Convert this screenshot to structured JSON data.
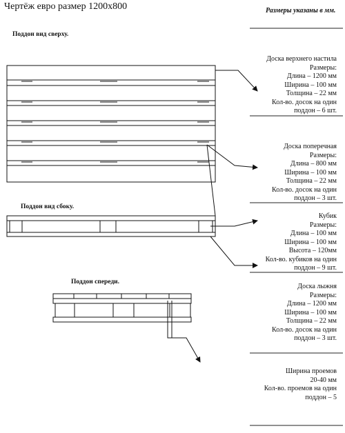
{
  "title": "Чертёж евро размер 1200х800",
  "units_note": "Размеры указаны в мм.",
  "views": {
    "top": "Поддон   вид  сверху.",
    "side": "Поддон  вид  сбоку.",
    "front": "Поддон   спереди."
  },
  "specs": [
    {
      "name": "Доска верхнего настила",
      "lines": [
        "Размеры:",
        "Длина – 1200 мм",
        "Ширина – 100 мм",
        "Толщина – 22 мм",
        "Кол-во. досок на один",
        "поддон – 6 шт."
      ]
    },
    {
      "name": "Доска поперечная",
      "lines": [
        "Размеры:",
        "Длина – 800 мм",
        "Ширина – 100 мм",
        "Толщина – 22 мм",
        "Кол-во. досок на один",
        "поддон – 3 шт."
      ]
    },
    {
      "name": "Кубик",
      "lines": [
        "Размеры:",
        "Длина – 100 мм",
        "Ширина – 100 мм",
        "Высота – 120мм",
        "Кол-во. кубиков на один",
        "поддон – 9 шт."
      ]
    },
    {
      "name": "Доска  лыжня",
      "lines": [
        "Размеры:",
        "Длина – 1200 мм",
        "Ширина – 100 мм",
        "Толщина – 22 мм",
        "Кол-во. досок на один",
        "поддон – 3 шт."
      ]
    },
    {
      "name": "Ширина проемов",
      "lines": [
        "20-40 мм",
        "Кол-во. проемов на один",
        "поддон – 5"
      ]
    }
  ]
}
